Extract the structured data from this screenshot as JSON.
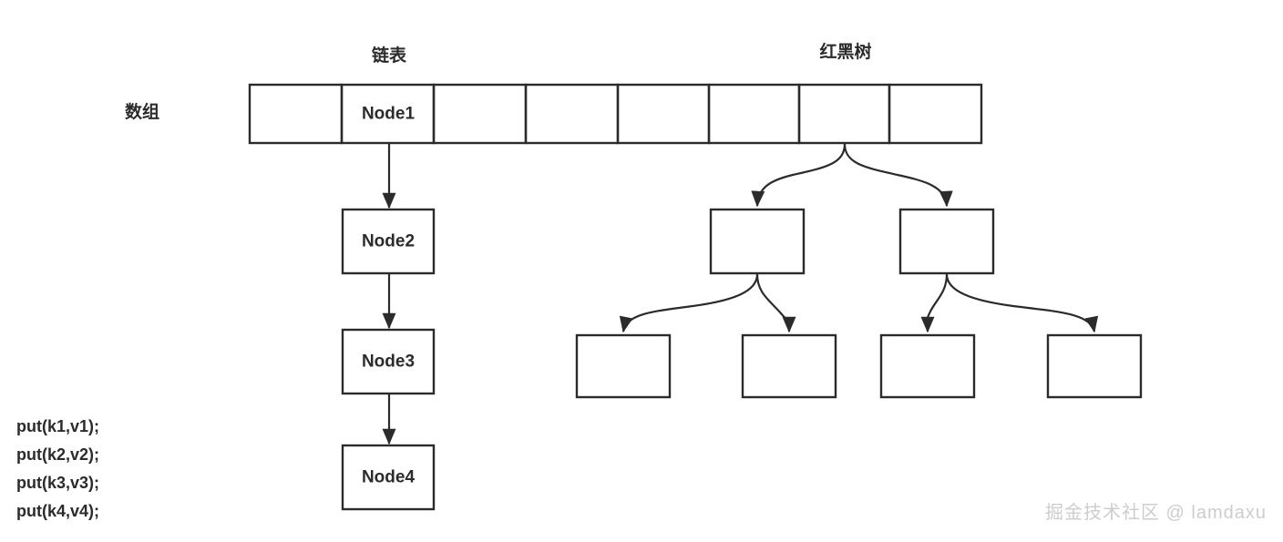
{
  "diagram": {
    "title_linked_list": "链表",
    "title_red_black_tree": "红黑树",
    "row_label_array": "数组",
    "array": {
      "cells": [
        {
          "label": ""
        },
        {
          "label": "Node1"
        },
        {
          "label": ""
        },
        {
          "label": ""
        },
        {
          "label": ""
        },
        {
          "label": ""
        },
        {
          "label": ""
        },
        {
          "label": ""
        }
      ]
    },
    "linked_list_nodes": [
      {
        "label": "Node2"
      },
      {
        "label": "Node3"
      },
      {
        "label": "Node4"
      }
    ],
    "tree_nodes": {
      "level2": [
        {
          "label": ""
        },
        {
          "label": ""
        }
      ],
      "level3": [
        {
          "label": ""
        },
        {
          "label": ""
        },
        {
          "label": ""
        },
        {
          "label": ""
        }
      ]
    },
    "code_lines": [
      "put(k1,v1);",
      "put(k2,v2);",
      "put(k3,v3);",
      "put(k4,v4);"
    ],
    "watermark": "掘金技术社区 @ lamdaxu",
    "colors": {
      "stroke": "#2b2b2b",
      "background": "#ffffff",
      "watermark": "#cdcdcd"
    }
  }
}
